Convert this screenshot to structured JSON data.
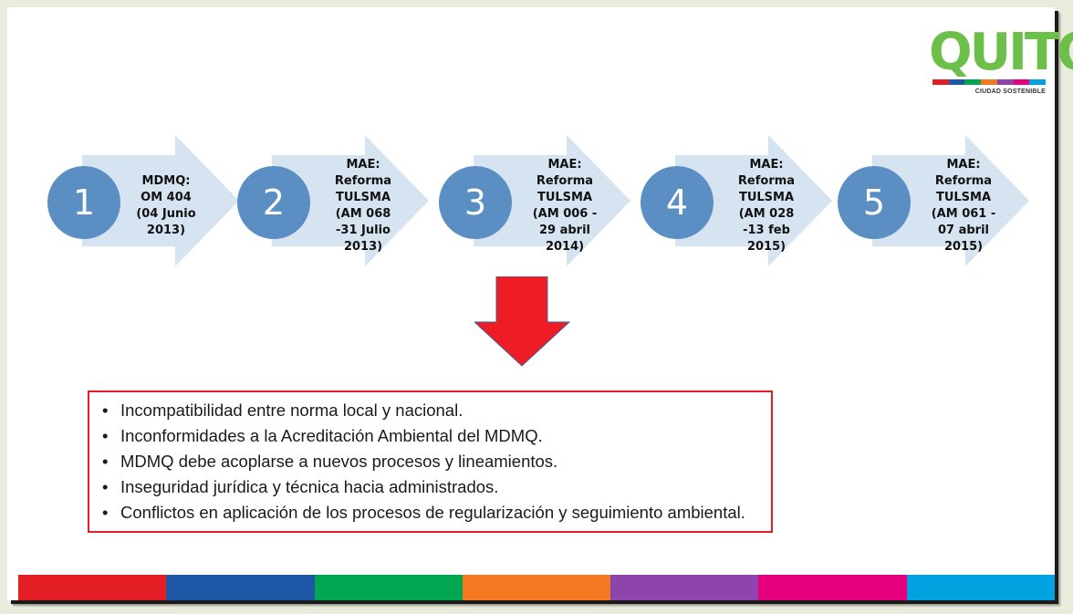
{
  "logo": {
    "wordmark": "QUITO",
    "tagline": "CIUDAD SOSTENIBLE",
    "color": "#6cc04a",
    "stripe_colors": [
      "#e31e24",
      "#1e57a6",
      "#00a650",
      "#f47920",
      "#8e44ad",
      "#e6007e",
      "#00a3e0"
    ]
  },
  "steps": [
    {
      "number": "1",
      "text": "MDMQ:\nOM 404\n(04 Junio\n2013)"
    },
    {
      "number": "2",
      "text": "MAE:\nReforma\nTULSMA\n(AM 068\n-31 Julio\n2013)"
    },
    {
      "number": "3",
      "text": "MAE:\nReforma\nTULSMA\n(AM 006 -\n29 abril\n2014)"
    },
    {
      "number": "4",
      "text": "MAE:\nReforma\nTULSMA\n(AM 028\n-13 feb\n2015)"
    },
    {
      "number": "5",
      "text": "MAE:\nReforma\nTULSMA\n(AM 061 -\n07 abril\n2015)"
    }
  ],
  "bullet_marker": "•",
  "consequences": [
    "Incompatibilidad entre norma local y nacional.",
    "Inconformidades a la Acreditación Ambiental del MDMQ.",
    "MDMQ debe acoplarse a nuevos procesos y lineamientos.",
    "Inseguridad jurídica y técnica hacia administrados.",
    "Conflictos en aplicación de los procesos de regularización y seguimiento ambiental."
  ],
  "colors": {
    "circle": "#5b8fc4",
    "arrow_fill": "#d6e3f0",
    "down_arrow": "#ee1c25",
    "box_border": "#e31e24",
    "footer": [
      "#e31e24",
      "#1e57a6",
      "#00a650",
      "#f47920",
      "#8e44ad",
      "#e6007e",
      "#00a3e0"
    ]
  }
}
